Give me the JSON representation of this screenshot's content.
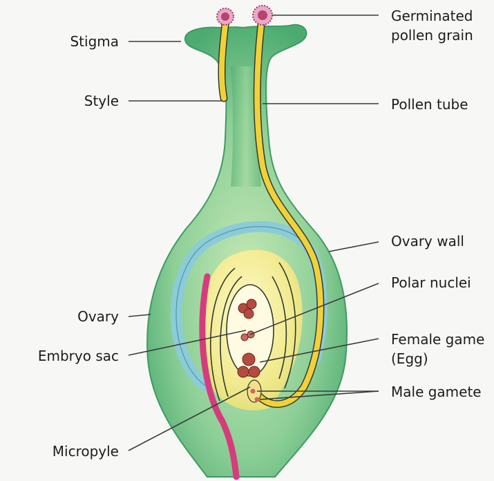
{
  "labels": {
    "stigma": "Stigma",
    "style": "Style",
    "ovary": "Ovary",
    "embryo_sac": "Embryo sac",
    "micropyle": "Micropyle",
    "germinated_line1": "Germinated",
    "germinated_line2": "pollen grain",
    "pollen_tube": "Pollen tube",
    "ovary_wall": "Ovary wall",
    "polar_nuclei": "Polar nuclei",
    "female_gamete_line1": "Female game",
    "female_gamete_line2": "(Egg)",
    "male_gamete": "Male gamete"
  },
  "colors": {
    "pistil": "#4caf72",
    "pistil_inner": "#a8d8a0",
    "integument": "#9fd6e0",
    "embryo_sac": "#f6ef9a",
    "pollen_tube": "#f2d23a",
    "micropyle_strand": "#d83a7c",
    "nuclei": "#b24a3e",
    "pollen_grain": "#e9a7c7"
  }
}
